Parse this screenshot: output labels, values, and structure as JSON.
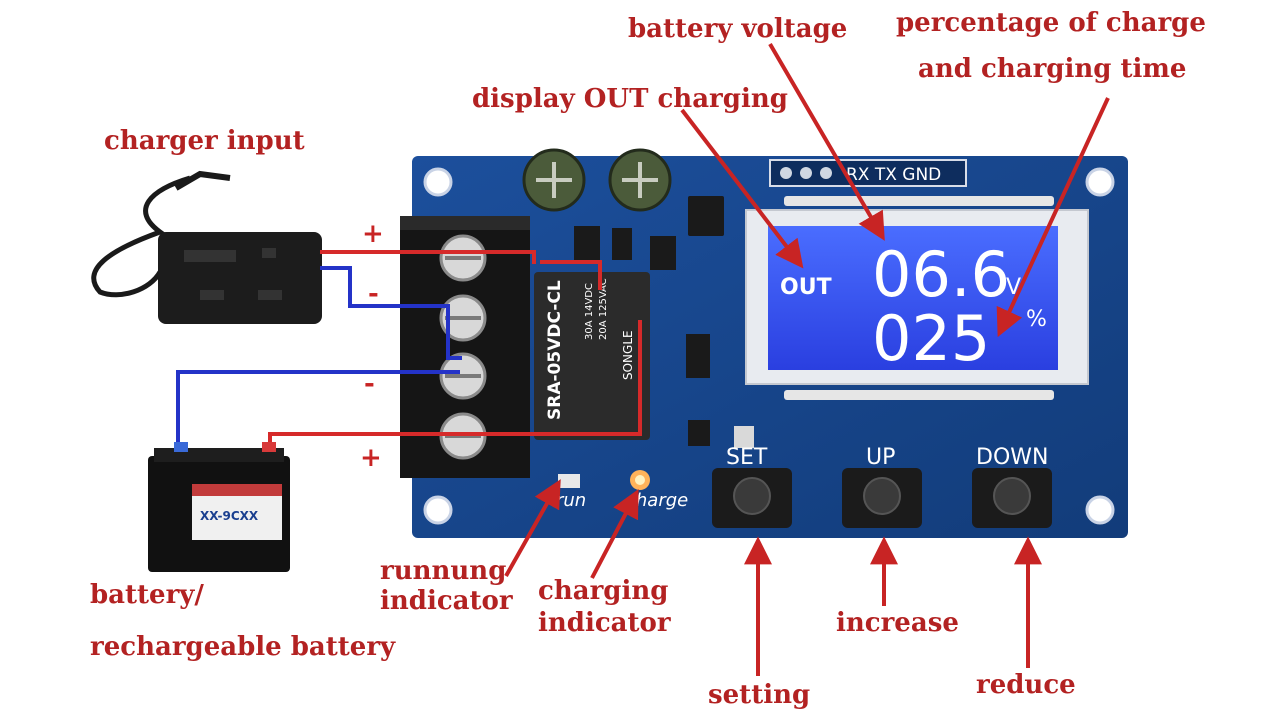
{
  "annotations": {
    "charger_input": "charger input",
    "battery_voltage": "battery voltage",
    "display_out_charging": "display OUT charging",
    "percentage_line1": "percentage of charge",
    "percentage_line2": "and charging time",
    "battery_line1": "battery/",
    "battery_line2": "rechargeable battery",
    "running_line1": "runnung",
    "running_line2": "indicator",
    "charging_line1": "charging",
    "charging_line2": "indicator",
    "setting": "setting",
    "increase": "increase",
    "reduce": "reduce"
  },
  "board": {
    "header_label": "RX TX GND",
    "lcd_out": "OUT",
    "lcd_voltage": "06.6",
    "lcd_voltage_unit": "V",
    "lcd_percent": "025",
    "lcd_percent_unit": "%",
    "relay_model": "SRA-05VDC-CL",
    "relay_rating_1": "30A 14VDC",
    "relay_rating_2": "20A 125VAC",
    "relay_brand": "SONGLE",
    "button_set": "SET",
    "button_up": "UP",
    "button_down": "DOWN",
    "led_run": "run",
    "led_charge": "charge"
  },
  "wiring": {
    "plus_top": "+",
    "minus_top": "-",
    "minus_bottom": "-",
    "plus_bottom": "+"
  },
  "battery_label": "XX-9CXX"
}
